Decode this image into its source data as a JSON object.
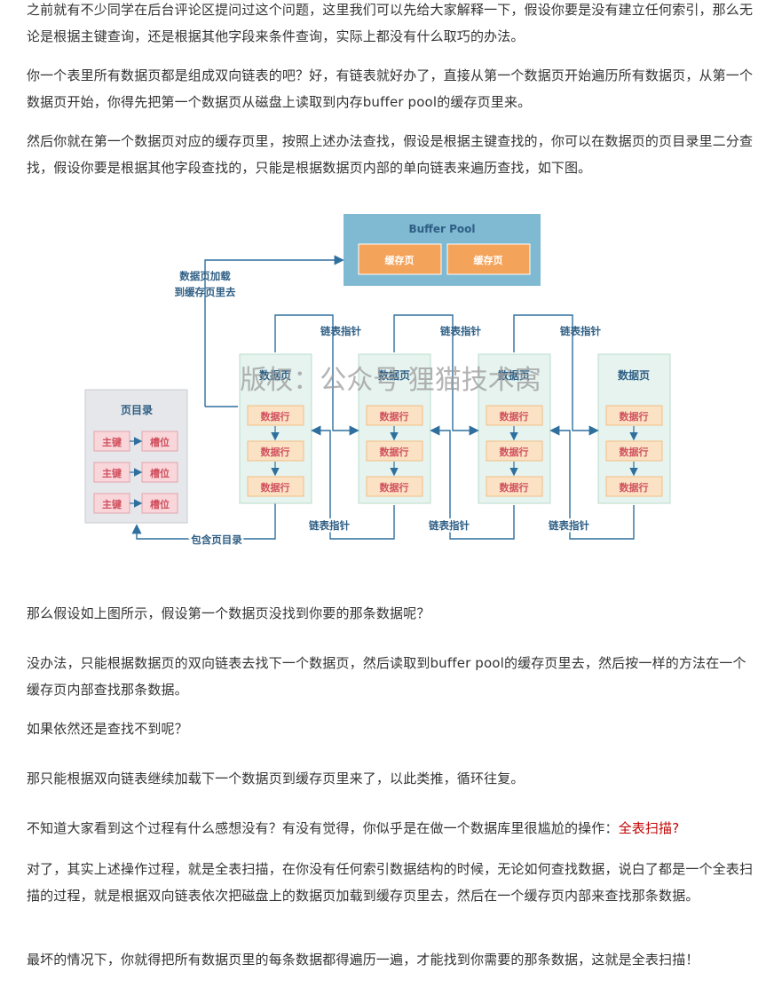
{
  "paragraphs": {
    "p1": "之前就有不少同学在后台评论区提问过这个问题，这里我们可以先给大家解释一下，假设你要是没有建立任何索引，那么无论是根据主键查询，还是根据其他字段来条件查询，实际上都没有什么取巧的办法。",
    "p2": "你一个表里所有数据页都是组成双向链表的吧？好，有链表就好办了，直接从第一个数据页开始遍历所有数据页，从第一个数据页开始，你得先把第一个数据页从磁盘上读取到内存buffer pool的缓存页里来。",
    "p3": "然后你就在第一个数据页对应的缓存页里，按照上述办法查找，假设是根据主键查找的，你可以在数据页的页目录里二分查找，假设你要是根据其他字段查找的，只能是根据数据页内部的单向链表来遍历查找，如下图。",
    "p4": "那么假设如上图所示，假设第一个数据页没找到你要的那条数据呢？",
    "p5": "没办法，只能根据数据页的双向链表去找下一个数据页，然后读取到buffer pool的缓存页里去，然后按一样的方法在一个缓存页内部查找那条数据。",
    "p6": "如果依然还是查找不到呢？",
    "p7": "那只能根据双向链表继续加载下一个数据页到缓存页里来了，以此类推，循环往复。",
    "p8_text": "不知道大家看到这个过程有什么感想没有？有没有觉得，你似乎是在做一个数据库里很尴尬的操作：",
    "p8_highlight": "全表扫描?",
    "p9": "对了，其实上述操作过程，就是全表扫描，在你没有任何索引数据结构的时候，无论如何查找数据，说白了都是一个全表扫描的过程，就是根据双向链表依次把磁盘上的数据页加载到缓存页里去，然后在一个缓存页内部来查找那条数据。",
    "p10": "最坏的情况下，你就得把所有数据页里的每条数据都得遍历一遍，才能找到你需要的那条数据，这就是全表扫描！"
  },
  "diagram": {
    "buffer_pool_title": "Buffer Pool",
    "cache_page_label": "缓存页",
    "load_label_line1": "数据页加载",
    "load_label_line2": "到缓存页里去",
    "page_directory_title": "页目录",
    "primary_key_label": "主键",
    "slot_label": "槽位",
    "data_page_label": "数据页",
    "data_row_label": "数据行",
    "linked_list_pointer_label": "链表指针",
    "contains_page_directory_label": "包含页目录",
    "watermark": "版权：公众号 狸猫技术窝"
  },
  "colors": {
    "highlight": "#c00000",
    "buffer_pool_bg": "#7fb9d2",
    "cache_page_bg": "#f4a35b",
    "data_page_bg": "#e6f3ee",
    "data_row_bg": "#fbe2c4",
    "page_dir_bg": "#e6e7ea",
    "pk_slot_bg": "#f8d6da",
    "arrow": "#2f6f9e"
  }
}
